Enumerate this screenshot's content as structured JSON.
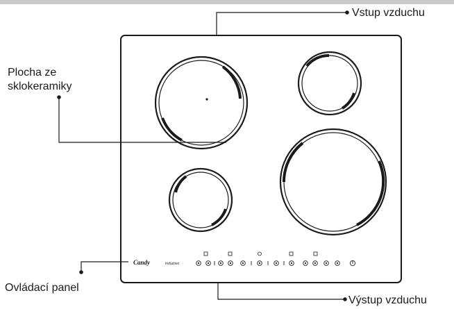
{
  "labels": {
    "air_inlet": "Vstup vzduchu",
    "glass_surface_line1": "Plocha ze",
    "glass_surface_line2": "sklokeramiky",
    "control_panel": "Ovládací panel",
    "air_outlet": "Výstup vzduchu"
  },
  "brand": {
    "logo": "Candy",
    "tagline": "Induction"
  },
  "colors": {
    "line": "#1a1a1a",
    "background": "#ffffff",
    "top_bar": "#c9c9c9"
  }
}
